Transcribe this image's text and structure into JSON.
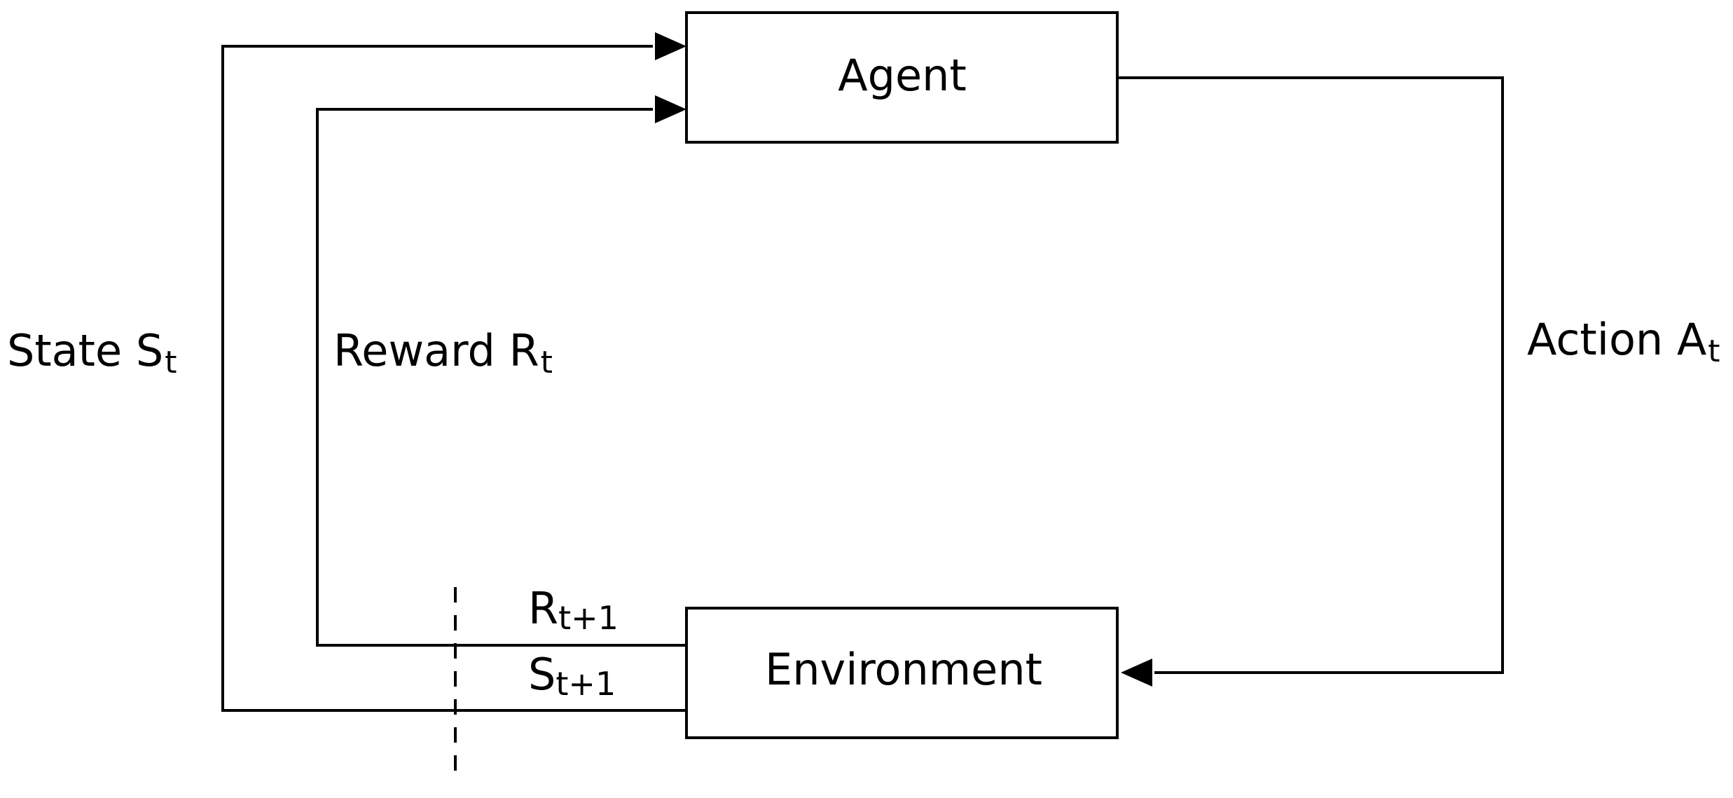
{
  "nodes": {
    "agent": "Agent",
    "environment": "Environment"
  },
  "edges": {
    "state": {
      "prefix": "State S",
      "subscript": "t"
    },
    "reward": {
      "prefix": "Reward R",
      "subscript": "t"
    },
    "action": {
      "prefix": "Action A",
      "subscript": "t"
    },
    "next_reward": {
      "prefix": "R",
      "subscript": "t+1"
    },
    "next_state": {
      "prefix": "S",
      "subscript": "t+1"
    }
  }
}
